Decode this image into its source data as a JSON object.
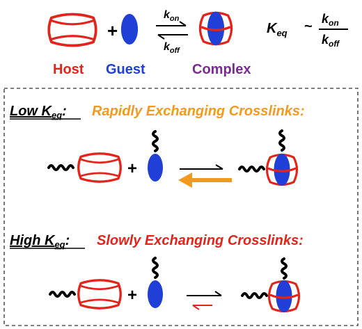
{
  "colors": {
    "host": "#e3241b",
    "guest": "#1f3fd6",
    "complex": "#7b2a91",
    "fast_arrow": "#f39a1e",
    "slow_label": "#e3241b",
    "black": "#000000"
  },
  "top": {
    "plus": "+",
    "k_on": {
      "base": "k",
      "sub": "on"
    },
    "k_off": {
      "base": "k",
      "sub": "off"
    },
    "host_label": "Host",
    "guest_label": "Guest",
    "complex_label": "Complex",
    "keq": {
      "base": "K",
      "sub": "eq",
      "approx": "~",
      "num_base": "k",
      "num_sub": "on",
      "den_base": "k",
      "den_sub": "off"
    }
  },
  "low_panel": {
    "prefix_base": "Low K",
    "prefix_sub": "eq",
    "colon": ":",
    "title": "Rapidly Exchanging Crosslinks:",
    "plus": "+"
  },
  "high_panel": {
    "prefix_base": "High K",
    "prefix_sub": "eq",
    "colon": ":",
    "title": "Slowly Exchanging Crosslinks:",
    "plus": "+"
  }
}
